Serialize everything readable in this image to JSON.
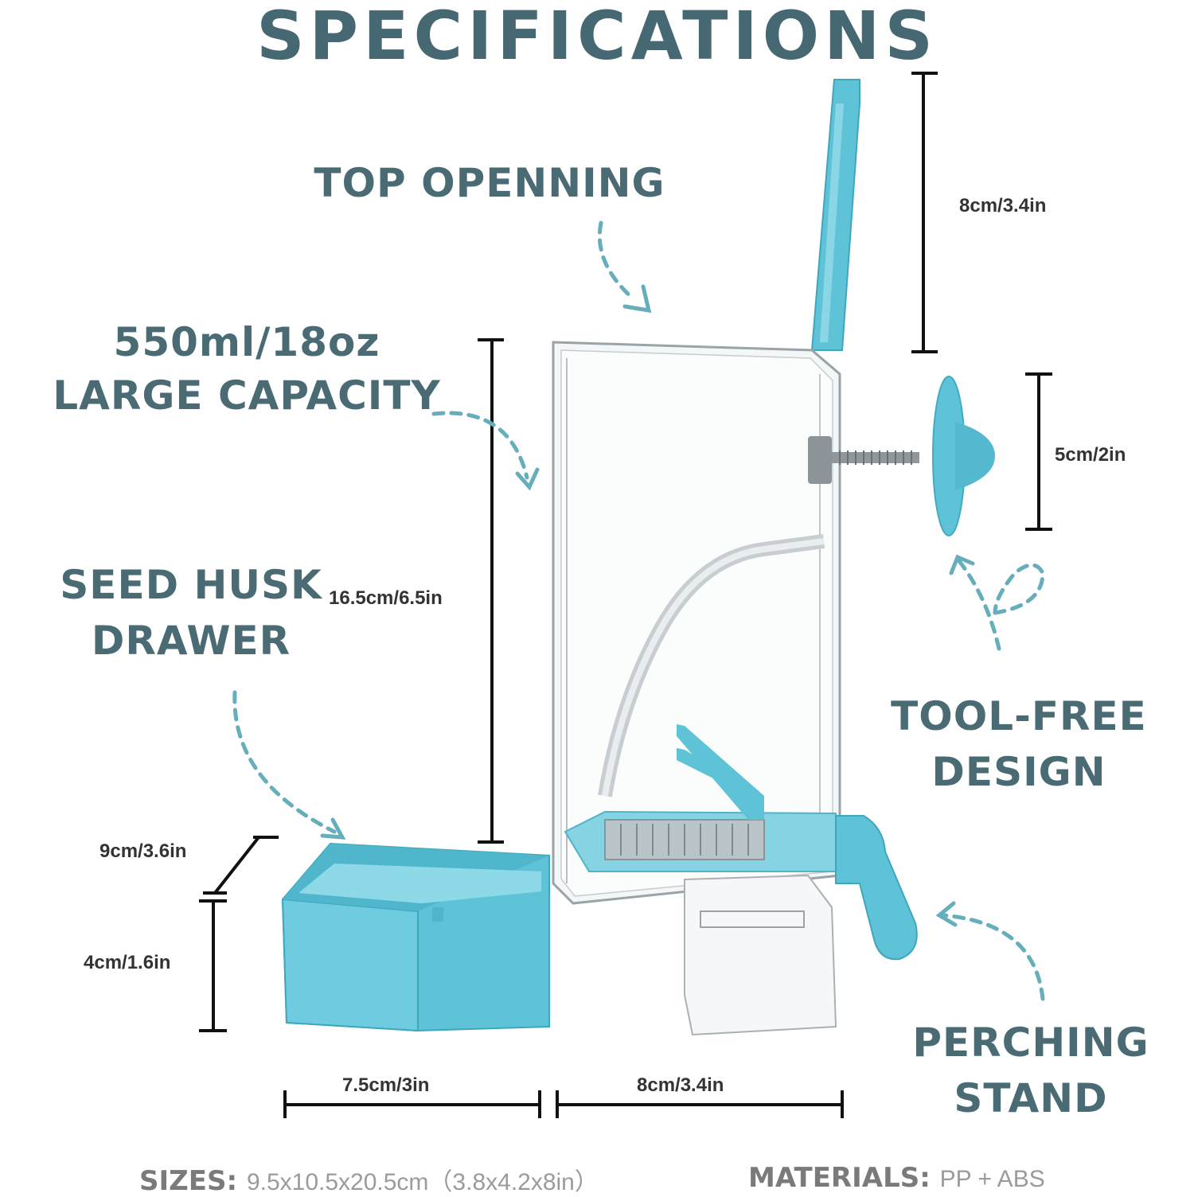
{
  "title": "SPECIFICATIONS",
  "features": {
    "top_opening": "TOP OPENNING",
    "capacity_line1": "550ml/18oz",
    "capacity_line2": "LARGE CAPACITY",
    "seed_husk_line1": "SEED HUSK",
    "seed_husk_line2": "DRAWER",
    "tool_free_line1": "TOOL-FREE",
    "tool_free_line2": "DESIGN",
    "perching_line1": "PERCHING",
    "perching_line2": "STAND"
  },
  "dimensions": {
    "lid_height": "8cm/3.4in",
    "suction_height": "5cm/2in",
    "body_height": "16.5cm/6.5in",
    "drawer_depth": "9cm/3.6in",
    "drawer_height": "4cm/1.6in",
    "drawer_width": "7.5cm/3in",
    "body_width": "8cm/3.4in"
  },
  "footer": {
    "sizes_label": "SIZES:",
    "sizes_value": "9.5x10.5x20.5cm（3.8x4.2x8in）",
    "materials_label": "MATERIALS:",
    "materials_value": "PP + ABS"
  },
  "colors": {
    "accent_blue": "#5fc3d8",
    "heading_teal": "#466872",
    "arrow_teal": "#66aebb"
  },
  "icons": [
    "dashed-arrow-icon",
    "dimension-line-icon"
  ]
}
